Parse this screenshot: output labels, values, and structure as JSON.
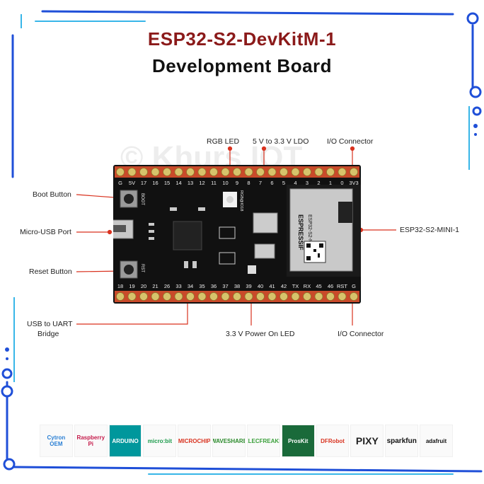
{
  "title": {
    "line1": "ESP32-S2-DevKitM-1",
    "line2": "Development Board"
  },
  "watermark": "© Khurs IOT",
  "labels": {
    "rgb_led": "RGB LED",
    "ldo": "5 V to 3.3 V LDO",
    "io_top": "I/O Connector",
    "boot_button": "Boot Button",
    "micro_usb": "Micro-USB Port",
    "reset_button": "Reset Button",
    "module": "ESP32-S2-MINI-1",
    "usb_uart_1": "USB to UART",
    "usb_uart_2": "Bridge",
    "power_led": "3.3 V Power On LED",
    "io_bottom": "I/O Connector"
  },
  "board": {
    "top_pins": [
      "G",
      "5V",
      "17",
      "16",
      "15",
      "14",
      "13",
      "12",
      "11",
      "10",
      "9",
      "8",
      "7",
      "6",
      "5",
      "4",
      "3",
      "2",
      "1",
      "0",
      "3V3"
    ],
    "bottom_pins": [
      "18",
      "19",
      "20",
      "21",
      "26",
      "33",
      "34",
      "35",
      "36",
      "37",
      "38",
      "39",
      "40",
      "41",
      "42",
      "TX",
      "RX",
      "45",
      "46",
      "RST",
      "G"
    ],
    "silk_boot": "BOOT",
    "silk_rst": "RST",
    "silk_rgb": "RGB@IO18",
    "module_brand": "ESPRESSIF",
    "module_name": "ESP32-S2-MINI-1"
  },
  "logos": [
    "Cytron OEM",
    "Raspberry Pi",
    "ARDUINO",
    "micro:bit",
    "MICROCHIP",
    "WAVESHARE",
    "ELECFREAKS",
    "ProsKit",
    "DFRobot",
    "PIXY",
    "sparkfun",
    "adafruit"
  ]
}
